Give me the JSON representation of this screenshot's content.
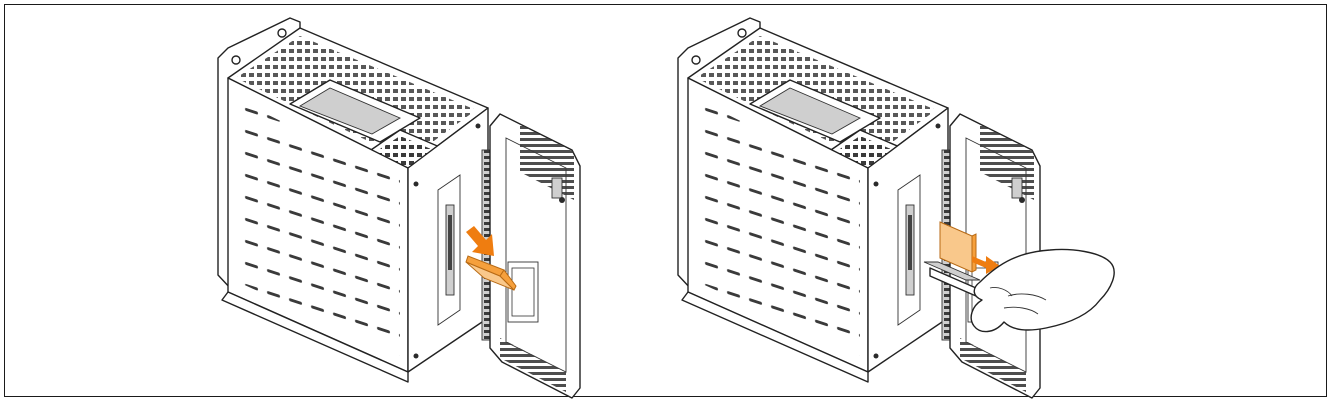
{
  "figure": {
    "panels": [
      {
        "id": "step-1",
        "highlight": "orange-card-holder",
        "arrow_direction": "down-right"
      },
      {
        "id": "step-2",
        "highlight": "orange-memory-card",
        "arrow_direction": "right"
      }
    ],
    "colors": {
      "accent": "#ef7d10",
      "outline": "#222222",
      "background": "#ffffff"
    }
  }
}
